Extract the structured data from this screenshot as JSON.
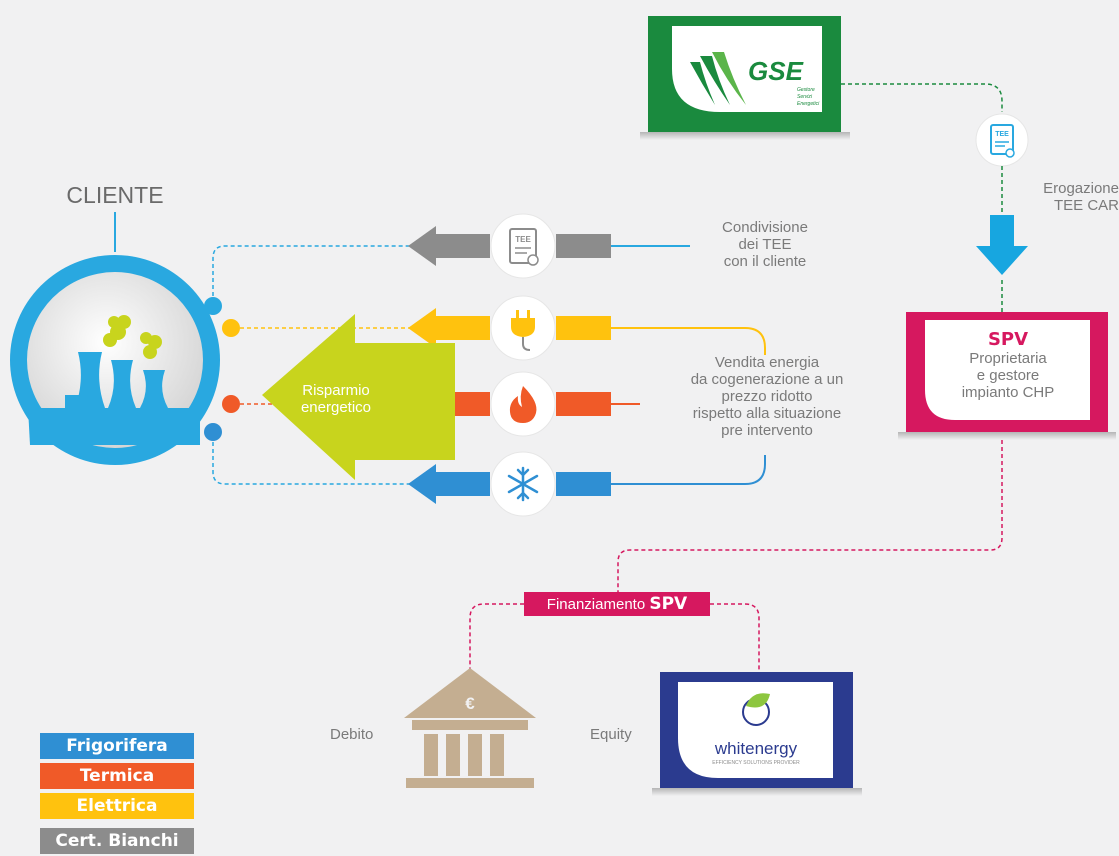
{
  "client": {
    "title": "CLIENTE"
  },
  "gse": {
    "logo_text": "GSE",
    "logo_sub": [
      "Gestore",
      "Servizi",
      "Energetici"
    ]
  },
  "erogazione": {
    "line1": "Erogazione",
    "line2": "TEE CAR"
  },
  "spv_box": {
    "title": "SPV",
    "lines": [
      "Proprietaria",
      "e gestore",
      "impianto CHP"
    ]
  },
  "condivisione": {
    "lines": [
      "Condivisione",
      "dei TEE",
      "con il cliente"
    ]
  },
  "vendita": {
    "lines": [
      "Vendita energia",
      "da cogenerazione a un",
      "prezzo ridotto",
      "rispetto alla situazione",
      "pre intervento"
    ]
  },
  "risparmio": {
    "line1": "Risparmio",
    "line2": "energetico"
  },
  "finanziamento": {
    "prefix": "Finanziamento",
    "bold": "SPV"
  },
  "debito": "Debito",
  "equity": "Equity",
  "bank_symbol": "€",
  "tee_icon_text": "TEE",
  "whitenergy": {
    "name": "whitenergy",
    "tagline": "EFFICIENCY SOLUTIONS PROVIDER"
  },
  "legend": [
    {
      "label": "Frigorifera",
      "color": "#2f8fd3"
    },
    {
      "label": "Termica",
      "color": "#f05a28"
    },
    {
      "label": "Elettrica",
      "color": "#ffc20e"
    },
    {
      "label": "Cert. Bianchi",
      "color": "#8c8c8c"
    }
  ],
  "colors": {
    "gse_green": "#1a8a3e",
    "spv_magenta": "#d6185f",
    "electric": "#ffc20e",
    "thermal": "#f05a28",
    "cold": "#2f8fd3",
    "cert_gray": "#8c8c8c",
    "risparmio": "#c8d41d",
    "client_blue": "#29a8e0",
    "bank": "#c4ae91",
    "whitenergy_navy": "#2b3b8f",
    "erogazione_arrow": "#17a6e0"
  },
  "icons": [
    "tee-certificate-icon",
    "plug-icon",
    "flame-icon",
    "snowflake-icon",
    "factory-icon",
    "bank-icon"
  ]
}
